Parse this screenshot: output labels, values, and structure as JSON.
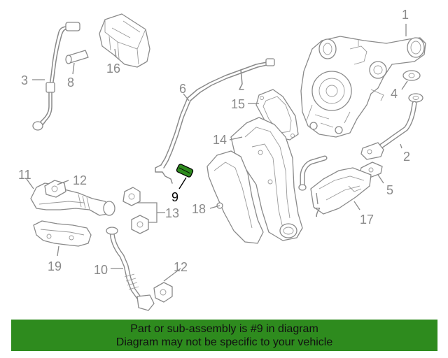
{
  "highlight_color": "#2e8b1e",
  "callouts": {
    "c1": "1",
    "c2": "2",
    "c3": "3",
    "c4": "4",
    "c5": "5",
    "c6": "6",
    "c7": "7",
    "c8": "8",
    "c9": "9",
    "c10": "10",
    "c11": "11",
    "c12a": "12",
    "c12b": "12",
    "c13": "13",
    "c14": "14",
    "c15": "15",
    "c16": "16",
    "c17": "17",
    "c18": "18",
    "c19": "19"
  },
  "banner": {
    "line1": "Part or sub-assembly is #9 in diagram",
    "line2": "Diagram may not be specific to your vehicle"
  }
}
